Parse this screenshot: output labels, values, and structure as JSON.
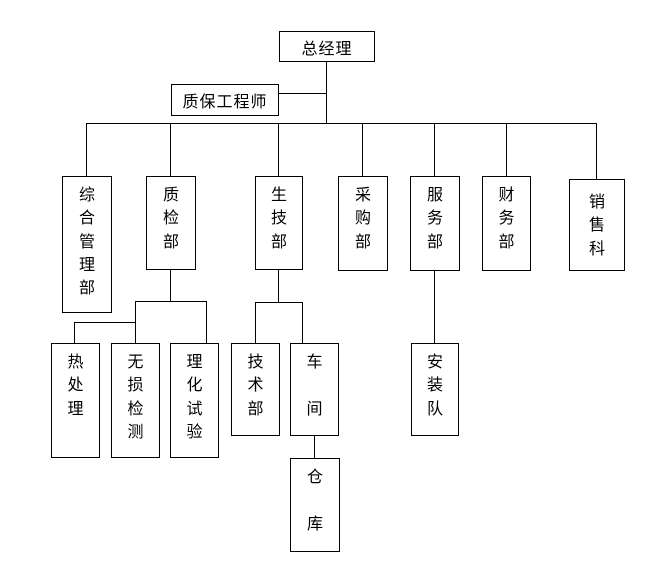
{
  "diagram": {
    "kind": "organization-chart",
    "language": "zh-CN"
  },
  "colors": {
    "background": "#ffffff",
    "line": "#000000",
    "text": "#000000",
    "box_fill": "#ffffff"
  },
  "nodes": {
    "general_manager": {
      "label": "总经理",
      "lines": [
        "总经理"
      ]
    },
    "qa_engineer": {
      "label": "质保工程师",
      "lines": [
        "质保工程师"
      ]
    },
    "admin_dept": {
      "label": "综合管理部",
      "lines": [
        "综",
        "合",
        "管",
        "理",
        "部"
      ]
    },
    "qc_dept": {
      "label": "质检部",
      "lines": [
        "质",
        "检",
        "部"
      ]
    },
    "prod_tech_dept": {
      "label": "生技部",
      "lines": [
        "生",
        "技",
        "部"
      ]
    },
    "purchasing_dept": {
      "label": "采购部",
      "lines": [
        "采",
        "购",
        "部"
      ]
    },
    "service_dept": {
      "label": "服务部",
      "lines": [
        "服",
        "务",
        "部"
      ]
    },
    "finance_dept": {
      "label": "财务部",
      "lines": [
        "财",
        "务",
        "部"
      ]
    },
    "sales_section": {
      "label": "销售科",
      "lines": [
        "销",
        "售",
        "科"
      ]
    },
    "heat_treatment": {
      "label": "热处理",
      "lines": [
        "热",
        "处",
        "理"
      ]
    },
    "ndt": {
      "label": "无损检测",
      "lines": [
        "无",
        "损",
        "检",
        "测"
      ]
    },
    "physchem_test": {
      "label": "理化试验",
      "lines": [
        "理",
        "化",
        "试",
        "验"
      ]
    },
    "tech_dept": {
      "label": "技术部",
      "lines": [
        "技",
        "术",
        "部"
      ]
    },
    "workshop": {
      "label": "车间",
      "lines": [
        "车",
        "",
        "间"
      ]
    },
    "warehouse": {
      "label": "仓库",
      "lines": [
        "仓",
        "",
        "库"
      ]
    },
    "installation_team": {
      "label": "安装队",
      "lines": [
        "安",
        "装",
        "队"
      ]
    }
  },
  "edges": [
    {
      "from": "general_manager",
      "to": "qa_engineer"
    },
    {
      "from": "general_manager",
      "to": "admin_dept"
    },
    {
      "from": "general_manager",
      "to": "qc_dept"
    },
    {
      "from": "general_manager",
      "to": "prod_tech_dept"
    },
    {
      "from": "general_manager",
      "to": "purchasing_dept"
    },
    {
      "from": "general_manager",
      "to": "service_dept"
    },
    {
      "from": "general_manager",
      "to": "finance_dept"
    },
    {
      "from": "general_manager",
      "to": "sales_section"
    },
    {
      "from": "qc_dept",
      "to": "heat_treatment"
    },
    {
      "from": "qc_dept",
      "to": "ndt"
    },
    {
      "from": "qc_dept",
      "to": "physchem_test"
    },
    {
      "from": "prod_tech_dept",
      "to": "tech_dept"
    },
    {
      "from": "prod_tech_dept",
      "to": "workshop"
    },
    {
      "from": "workshop",
      "to": "warehouse"
    },
    {
      "from": "service_dept",
      "to": "installation_team"
    }
  ]
}
